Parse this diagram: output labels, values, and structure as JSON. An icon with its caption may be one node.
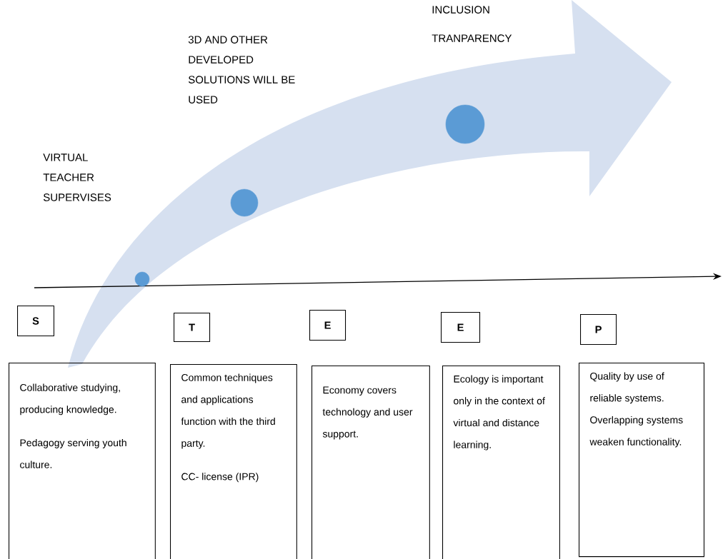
{
  "diagram": {
    "nodes": [
      {
        "text": [],
        "shape": "circle"
      },
      {
        "text": [],
        "shape": "circle"
      },
      {
        "text": [],
        "shape": "circle",
        "beside": [
          "INCLUSION",
          "TRANPARENCY"
        ]
      },
      {
        "text": [
          "S"
        ]
      },
      {
        "text": [
          "T"
        ]
      },
      {
        "text": [
          "E"
        ]
      },
      {
        "text": [
          "E"
        ]
      },
      {
        "text": [
          "P"
        ]
      },
      {
        "text": [
          "Collaborative studying, producing knowledge.",
          "Pedagogy serving youth culture."
        ]
      },
      {
        "text": [
          "Common techniques and applications function with the third party.",
          "CC- license (IPR)"
        ]
      },
      {
        "text": [
          "Economy covers technology and user support."
        ]
      },
      {
        "text": [
          "Ecology is important only in the context of virtual and distance learning."
        ]
      },
      {
        "text": [
          "Quality by use of reliable systems. Overlapping systems weaken functionality."
        ]
      }
    ],
    "edges": [],
    "labels": [
      "VIRTUAL TEACHER SUPERVISES",
      "3D AND OTHER DEVELOPED SOLUTIONS WILL BE USED"
    ]
  }
}
